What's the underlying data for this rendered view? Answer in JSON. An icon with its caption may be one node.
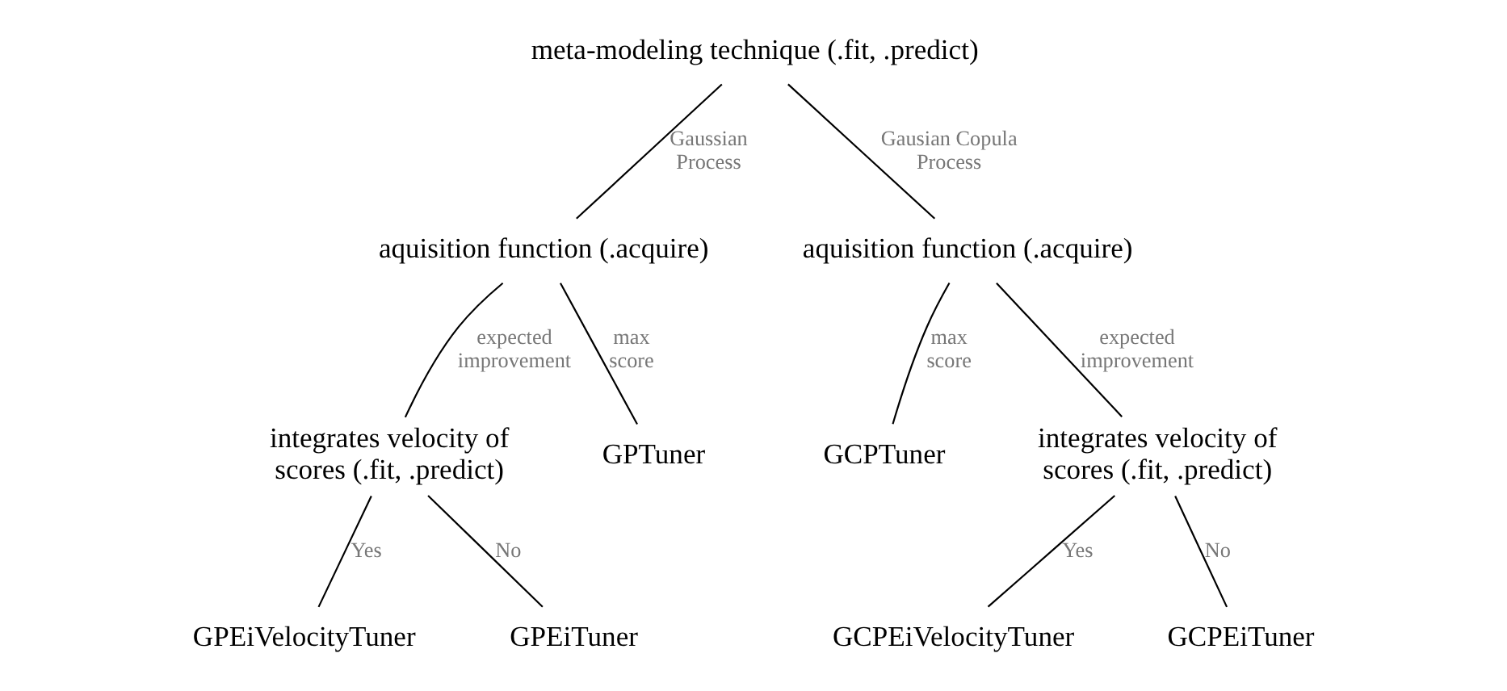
{
  "diagram": {
    "nodes": [
      {
        "text": [
          "meta-modeling technique (.fit, .predict)"
        ]
      },
      {
        "text": [
          "aquisition function (.acquire)"
        ]
      },
      {
        "text": [
          "aquisition function (.acquire)"
        ]
      },
      {
        "text": [
          "integrates velocity of scores (.fit, .predict)"
        ]
      },
      {
        "text": [
          "GPTuner"
        ]
      },
      {
        "text": [
          "GCPTuner"
        ]
      },
      {
        "text": [
          "integrates velocity of scores (.fit, .predict)"
        ]
      },
      {
        "text": [
          "GPEiVelocityTuner"
        ]
      },
      {
        "text": [
          "GPEiTuner"
        ]
      },
      {
        "text": [
          "GCPEiVelocityTuner"
        ]
      },
      {
        "text": [
          "GCPEiTuner"
        ]
      }
    ],
    "edges": [
      {
        "from": 0,
        "to": 1,
        "arrow": "none",
        "label": "Gaussian Process"
      },
      {
        "from": 0,
        "to": 2,
        "arrow": "none",
        "label": "Gausian Copula Process"
      },
      {
        "from": 1,
        "to": 3,
        "arrow": "none",
        "label": "expected improvement"
      },
      {
        "from": 1,
        "to": 4,
        "arrow": "none",
        "label": "max score"
      },
      {
        "from": 2,
        "to": 5,
        "arrow": "none",
        "label": "max score"
      },
      {
        "from": 2,
        "to": 6,
        "arrow": "none",
        "label": "expected improvement"
      },
      {
        "from": 3,
        "to": 7,
        "arrow": "none",
        "label": "Yes"
      },
      {
        "from": 3,
        "to": 8,
        "arrow": "none",
        "label": "No"
      },
      {
        "from": 6,
        "to": 9,
        "arrow": "none",
        "label": "Yes"
      },
      {
        "from": 6,
        "to": 10,
        "arrow": "none",
        "label": "No"
      }
    ]
  }
}
